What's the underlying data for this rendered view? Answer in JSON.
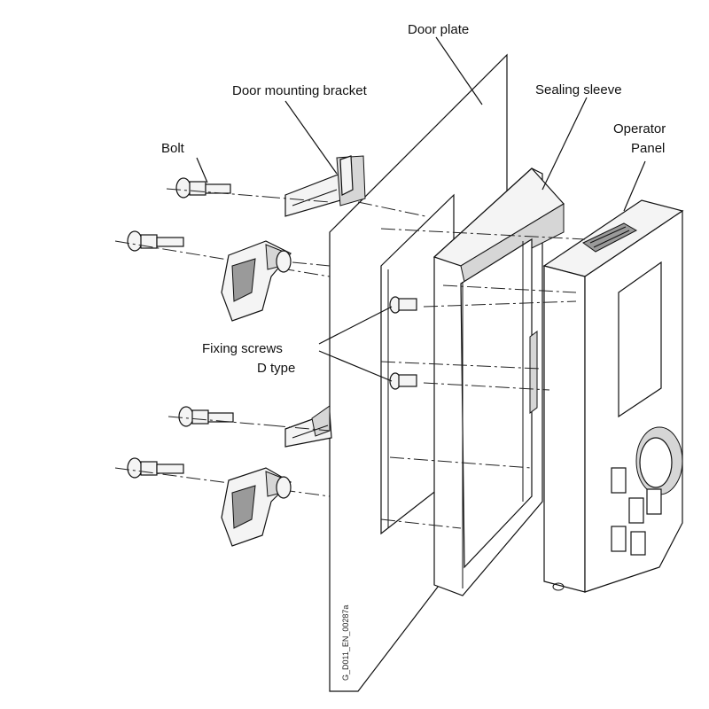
{
  "labels": {
    "door_plate": "Door plate",
    "door_mounting_bracket": "Door mounting bracket",
    "sealing_sleeve": "Sealing sleeve",
    "bolt": "Bolt",
    "operator_panel_line1": "Operator",
    "operator_panel_line2": "Panel",
    "fixing_screws_line1": "Fixing screws",
    "fixing_screws_line2": "D type",
    "drawing_code": "G_D011_EN_00287a"
  }
}
